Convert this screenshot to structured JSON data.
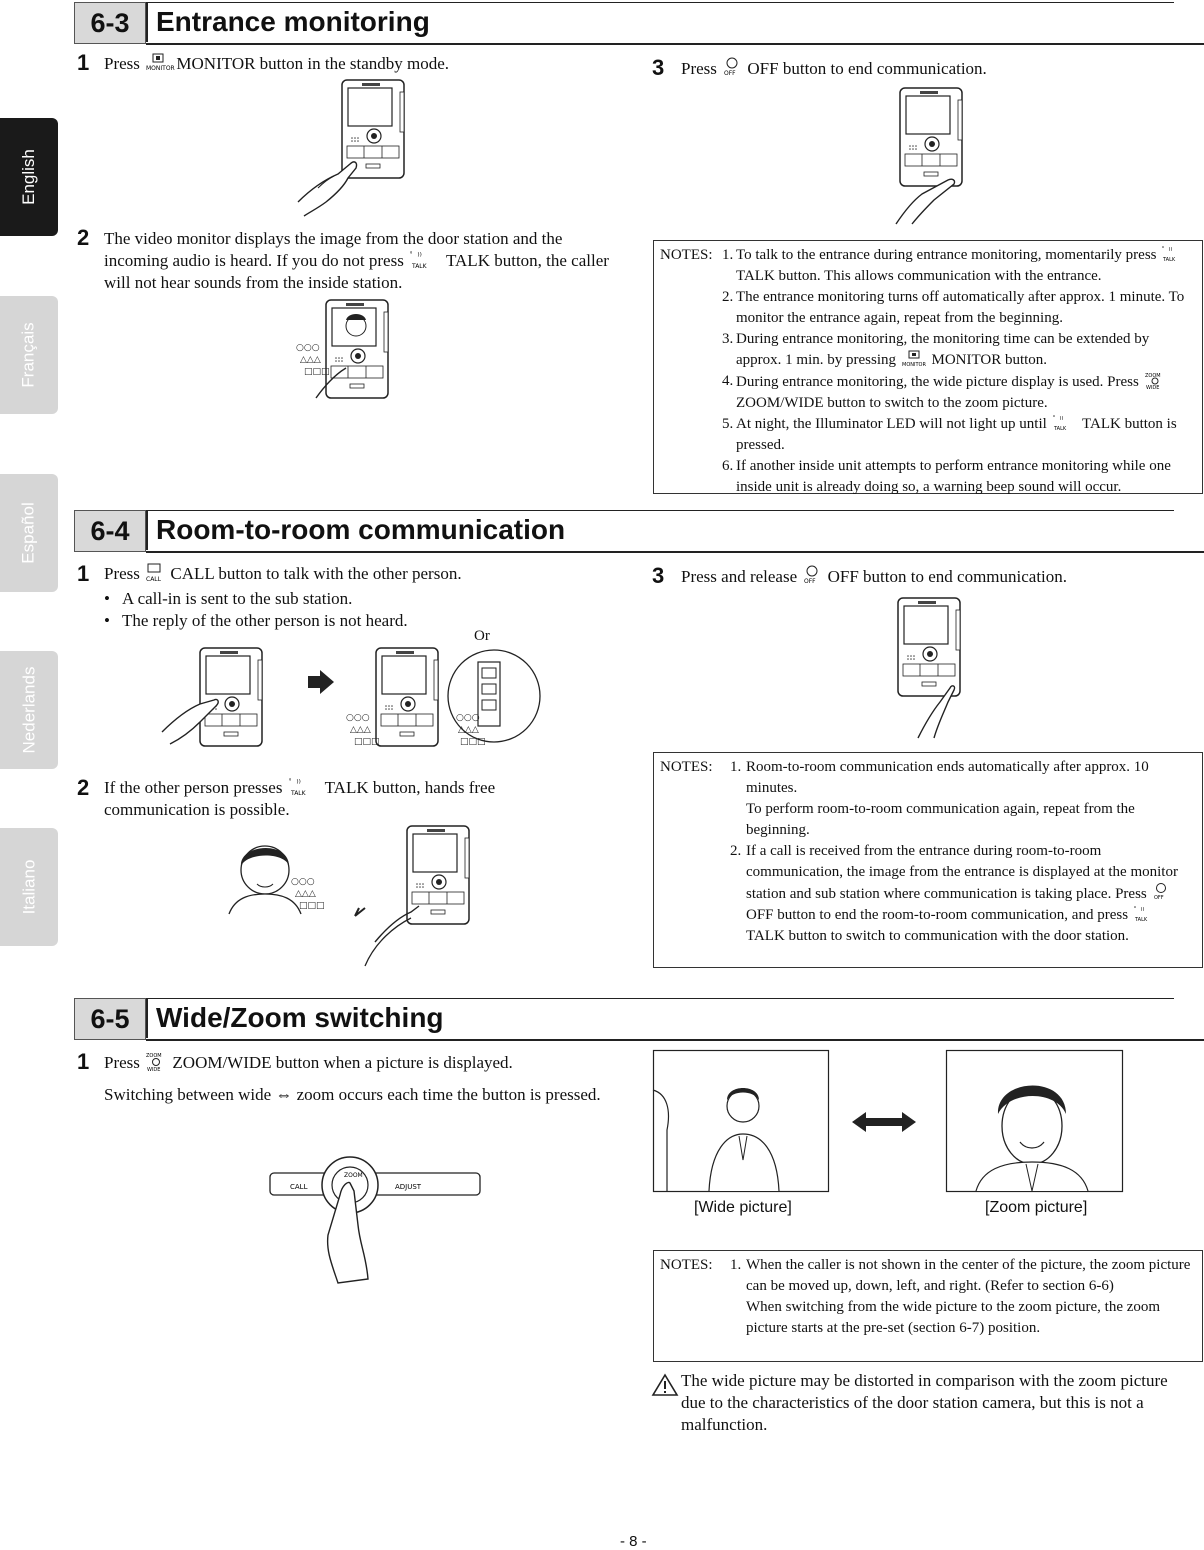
{
  "languages": [
    "English",
    "Français",
    "Español",
    "Nederlands",
    "Italiano"
  ],
  "active_language": "English",
  "sections": {
    "s63": {
      "number": "6-3",
      "title": "Entrance monitoring",
      "step1_num": "1",
      "step1_a": "Press ",
      "step1_b": " MONITOR button in the standby mode.",
      "step2_num": "2",
      "step2_a": "The video monitor displays the image from the door station and the incoming audio is heard. If you do not press ",
      "step2_b": " TALK button, the caller will not hear sounds from the inside station.",
      "step3_num": "3",
      "step3_a": "Press ",
      "step3_b": " OFF button to end communication.",
      "notes_label": "NOTES:",
      "notes": [
        {
          "num": "1.",
          "a": "To talk to the entrance during entrance monitoring, momentarily press ",
          "icon": "talk",
          "b": "TALK button. This allows communication with the entrance."
        },
        {
          "num": "2.",
          "a": "The entrance monitoring turns off automatically after approx. 1 minute. To monitor the entrance again, repeat from the beginning.",
          "icon": "",
          "b": ""
        },
        {
          "num": "3.",
          "a": "During entrance monitoring, the monitoring time can be extended by approx. 1 min. by pressing ",
          "icon": "monitor",
          "b": " MONITOR button."
        },
        {
          "num": "4.",
          "a": "During entrance monitoring, the wide picture display is used. Press ",
          "icon": "zoom",
          "b": "ZOOM/WIDE button to switch to the zoom picture."
        },
        {
          "num": "5.",
          "a": "At night, the Illuminator LED will not light up until ",
          "icon": "talk",
          "b": " TALK button is pressed."
        },
        {
          "num": "6.",
          "a": "If another inside unit attempts to perform entrance monitoring while one inside unit is already doing so, a warning beep sound will occur.",
          "icon": "",
          "b": ""
        }
      ]
    },
    "s64": {
      "number": "6-4",
      "title": "Room-to-room communication",
      "step1_num": "1",
      "step1_a": "Press ",
      "step1_b": " CALL button to talk with the other person.",
      "bullets": [
        "A call-in is sent to the sub station.",
        "The reply of the other person is not heard."
      ],
      "or_label": "Or",
      "step2_num": "2",
      "step2_a": "If the other person presses ",
      "step2_b": " TALK button, hands free communication is possible.",
      "step3_num": "3",
      "step3_a": "Press and release ",
      "step3_b": " OFF button to end communication.",
      "notes_label": "NOTES:",
      "notes": [
        {
          "num": "1.",
          "a": "Room-to-room communication ends automatically after approx. 10 minutes.",
          "icon": "",
          "b": ""
        },
        {
          "num": "",
          "a": "To perform room-to-room communication again, repeat from the beginning.",
          "icon": "",
          "b": ""
        },
        {
          "num": "2.",
          "a": "If a call is received from the entrance during room-to-room communication, the image from the entrance is displayed at the monitor station and sub station where communication is taking place. Press ",
          "icon": "off",
          "b": "OFF button to end the room-to-room communication, and press ",
          "icon2": "talk",
          "c": "TALK button to switch to communication with the door station."
        }
      ]
    },
    "s65": {
      "number": "6-5",
      "title": "Wide/Zoom switching",
      "step1_num": "1",
      "step1_a": "Press ",
      "step1_b": " ZOOM/WIDE button when a picture is displayed.",
      "step1_c": "Switching between wide ⇔ zoom occurs each time the button is pressed.",
      "wide_caption": "[Wide picture]",
      "zoom_caption": "[Zoom picture]",
      "notes_label": "NOTES:",
      "notes": [
        {
          "num": "1.",
          "a": "When the caller is not shown in the center of the picture, the zoom picture can be moved up, down, left, and right. (Refer to section 6-6)",
          "icon": "",
          "b": ""
        },
        {
          "num": "",
          "a": "When switching from the wide picture to the zoom picture, the zoom picture starts at the pre-set (section 6-7) position.",
          "icon": "",
          "b": ""
        }
      ],
      "warning": "The wide picture may be distorted in comparison with the zoom picture due to the characteristics of the door station camera, but this is not a malfunction."
    }
  },
  "icon_labels": {
    "monitor": "MONITOR",
    "talk": "TALK",
    "off": "OFF",
    "call": "CALL",
    "zoom_top": "ZOOM",
    "zoom_bottom": "WIDE",
    "adjust": "ADJUST"
  },
  "page_number": "- 8 -"
}
